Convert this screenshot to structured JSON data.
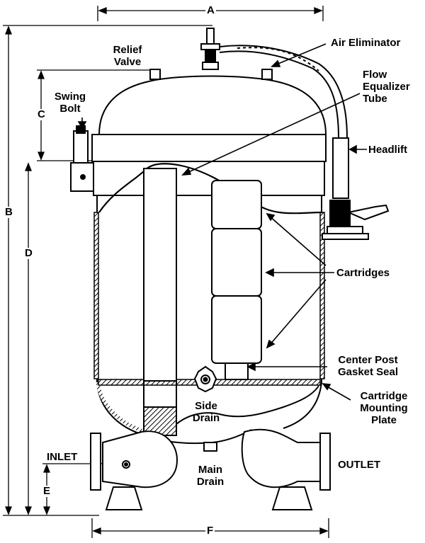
{
  "labels": {
    "air_eliminator": "Air Eliminator",
    "relief_valve": "Relief\nValve",
    "swing_bolt": "Swing\nBolt",
    "flow_equalizer_tube": "Flow\nEqualizer\nTube",
    "headlift": "Headlift",
    "cartridges": "Cartridges",
    "center_post_gasket_seal": "Center Post\nGasket Seal",
    "cartridge_mounting_plate": "Cartridge\nMounting\nPlate",
    "side_drain": "Side\nDrain",
    "main_drain": "Main\nDrain",
    "inlet": "INLET",
    "outlet": "OUTLET"
  },
  "dimensions": {
    "a": "A",
    "b": "B",
    "c": "C",
    "d": "D",
    "e": "E",
    "f": "F"
  },
  "colors": {
    "line": "#000000",
    "hatch": "#000000",
    "background": "#ffffff"
  }
}
